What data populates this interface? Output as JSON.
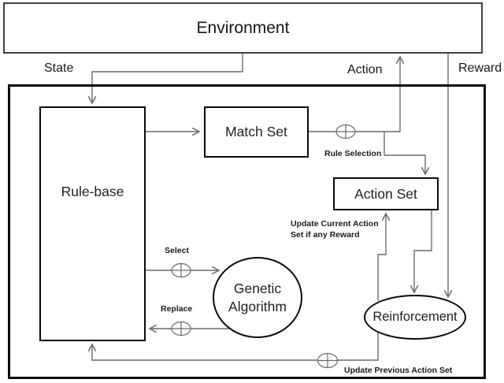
{
  "environment": {
    "label": "Environment"
  },
  "signals": {
    "state": "State",
    "action": "Action",
    "reward": "Reward"
  },
  "nodes": {
    "rule_base": {
      "label": "Rule-base"
    },
    "match_set": {
      "label": "Match Set"
    },
    "action_set": {
      "label": "Action Set"
    },
    "genetic_algorithm": {
      "label": "Genetic Algorithm"
    },
    "reinforcement": {
      "label": "Reinforcement"
    }
  },
  "edge_labels": {
    "rule_selection": "Rule Selection",
    "select": "Select",
    "replace": "Replace",
    "update_current_line1": "Update Current Action",
    "update_current_line2": "Set if any Reward",
    "update_previous": "Update Previous Action Set"
  },
  "icons": {
    "combine": "circled-plus"
  },
  "colors": {
    "environment_fill": "#dcdcdc",
    "environment_border": "#3f3f3f",
    "box_border": "#0a0a0a",
    "connector": "#6b6b6b",
    "text": "#1a1a1a"
  }
}
